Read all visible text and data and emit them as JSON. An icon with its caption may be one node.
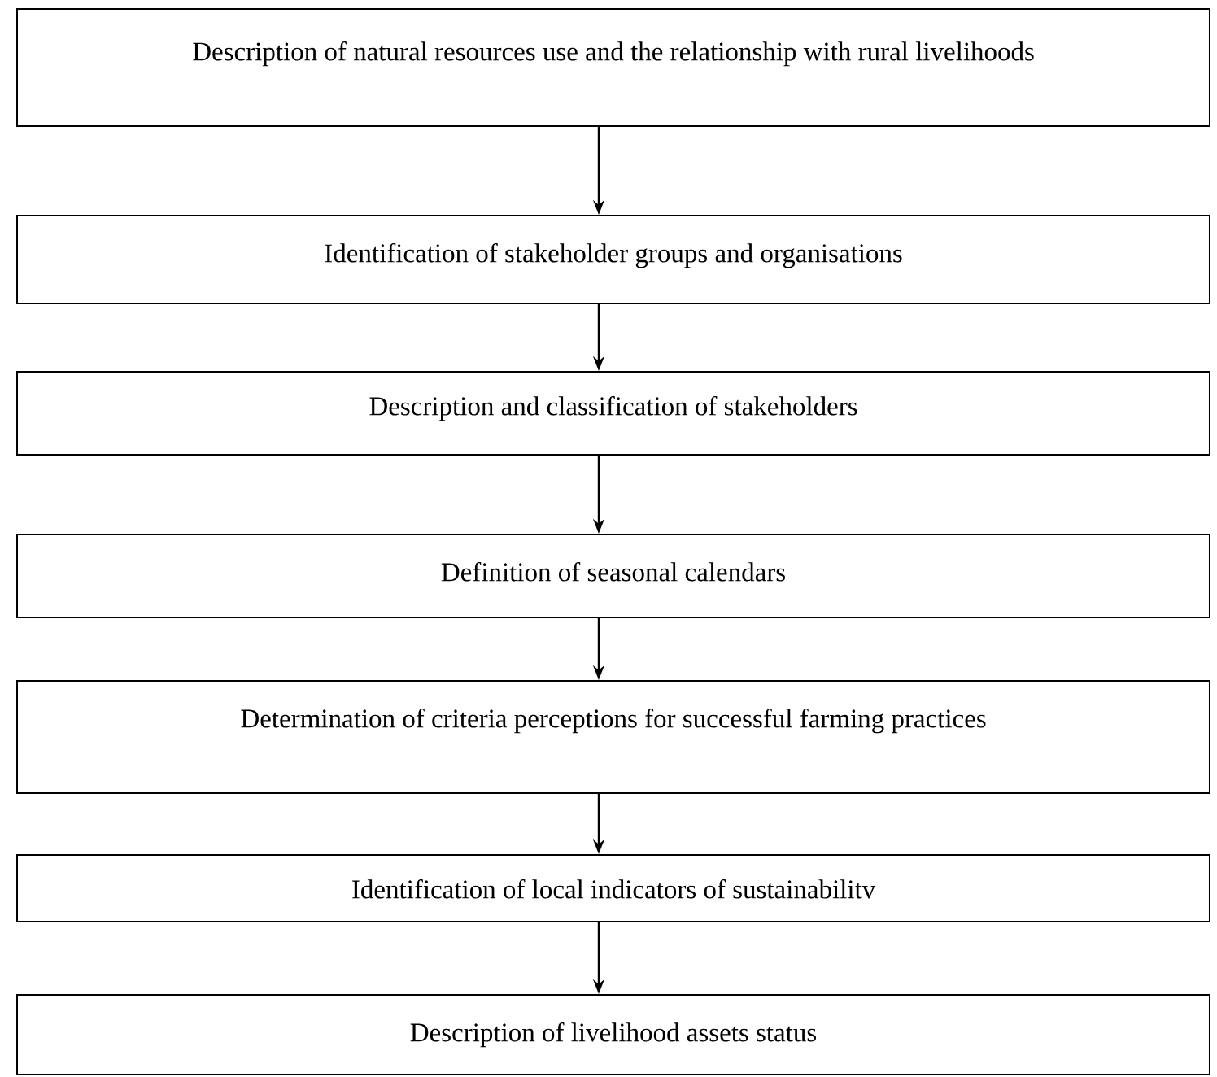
{
  "diagram": {
    "nodes": [
      {
        "text": [
          "Description of natural resources use and the relationship with rural livelihoods"
        ]
      },
      {
        "text": [
          "Identification of stakeholder groups and organisations"
        ]
      },
      {
        "text": [
          "Description and classification of stakeholders"
        ]
      },
      {
        "text": [
          "Definition of seasonal calendars"
        ]
      },
      {
        "text": [
          "Determination of criteria perceptions for successful farming practices"
        ]
      },
      {
        "text": [
          "Identification of local indicators of sustainabilitv"
        ]
      },
      {
        "text": [
          "Description of livelihood assets status"
        ]
      }
    ],
    "edges": [
      {
        "from": 0,
        "to": 1,
        "arrow": "to"
      },
      {
        "from": 1,
        "to": 2,
        "arrow": "to"
      },
      {
        "from": 2,
        "to": 3,
        "arrow": "to"
      },
      {
        "from": 3,
        "to": 4,
        "arrow": "to"
      },
      {
        "from": 4,
        "to": 5,
        "arrow": "to"
      },
      {
        "from": 5,
        "to": 6,
        "arrow": "to"
      }
    ]
  }
}
